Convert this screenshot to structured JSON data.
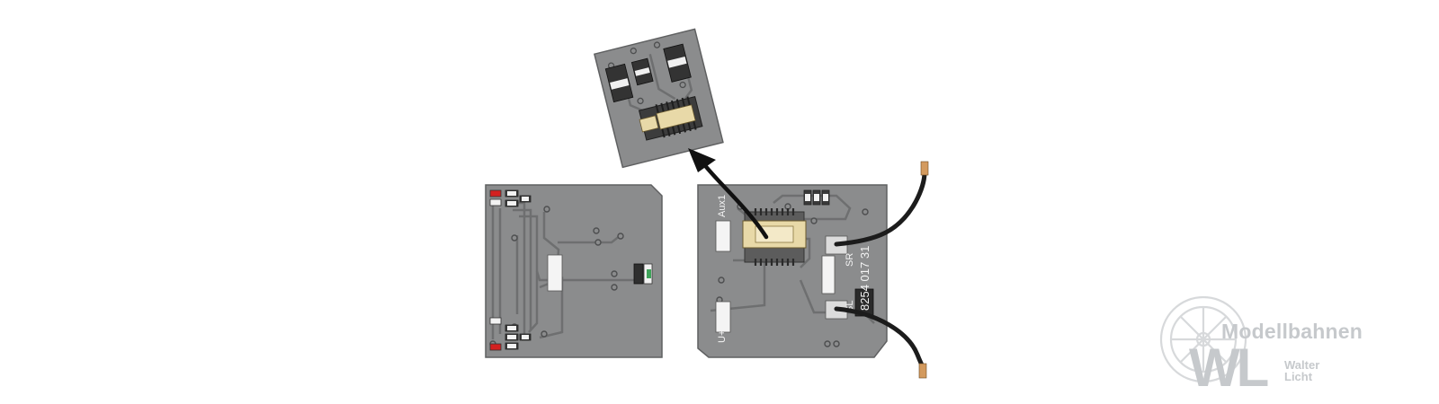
{
  "labels": {
    "aux1": "Aux1",
    "sr": "SR",
    "sl": "SL",
    "uplus": "U+",
    "part_number": "8254 017 31"
  },
  "watermark": {
    "brand": "Modellbahnen",
    "monogram": "WL",
    "first_name": "Walter",
    "last_name": "Licht"
  },
  "colors": {
    "pcb": "#8b8c8d",
    "pcb_edge": "#5f6061",
    "trace": "#6e6f70",
    "pad": "#dcdcdc",
    "connector": "#e8d9a8",
    "wire": "#1c1c1c",
    "wire_tip": "#d39a5e",
    "led_red": "#d32020",
    "watermark": "#c6c9cc",
    "arrow": "#111111"
  }
}
